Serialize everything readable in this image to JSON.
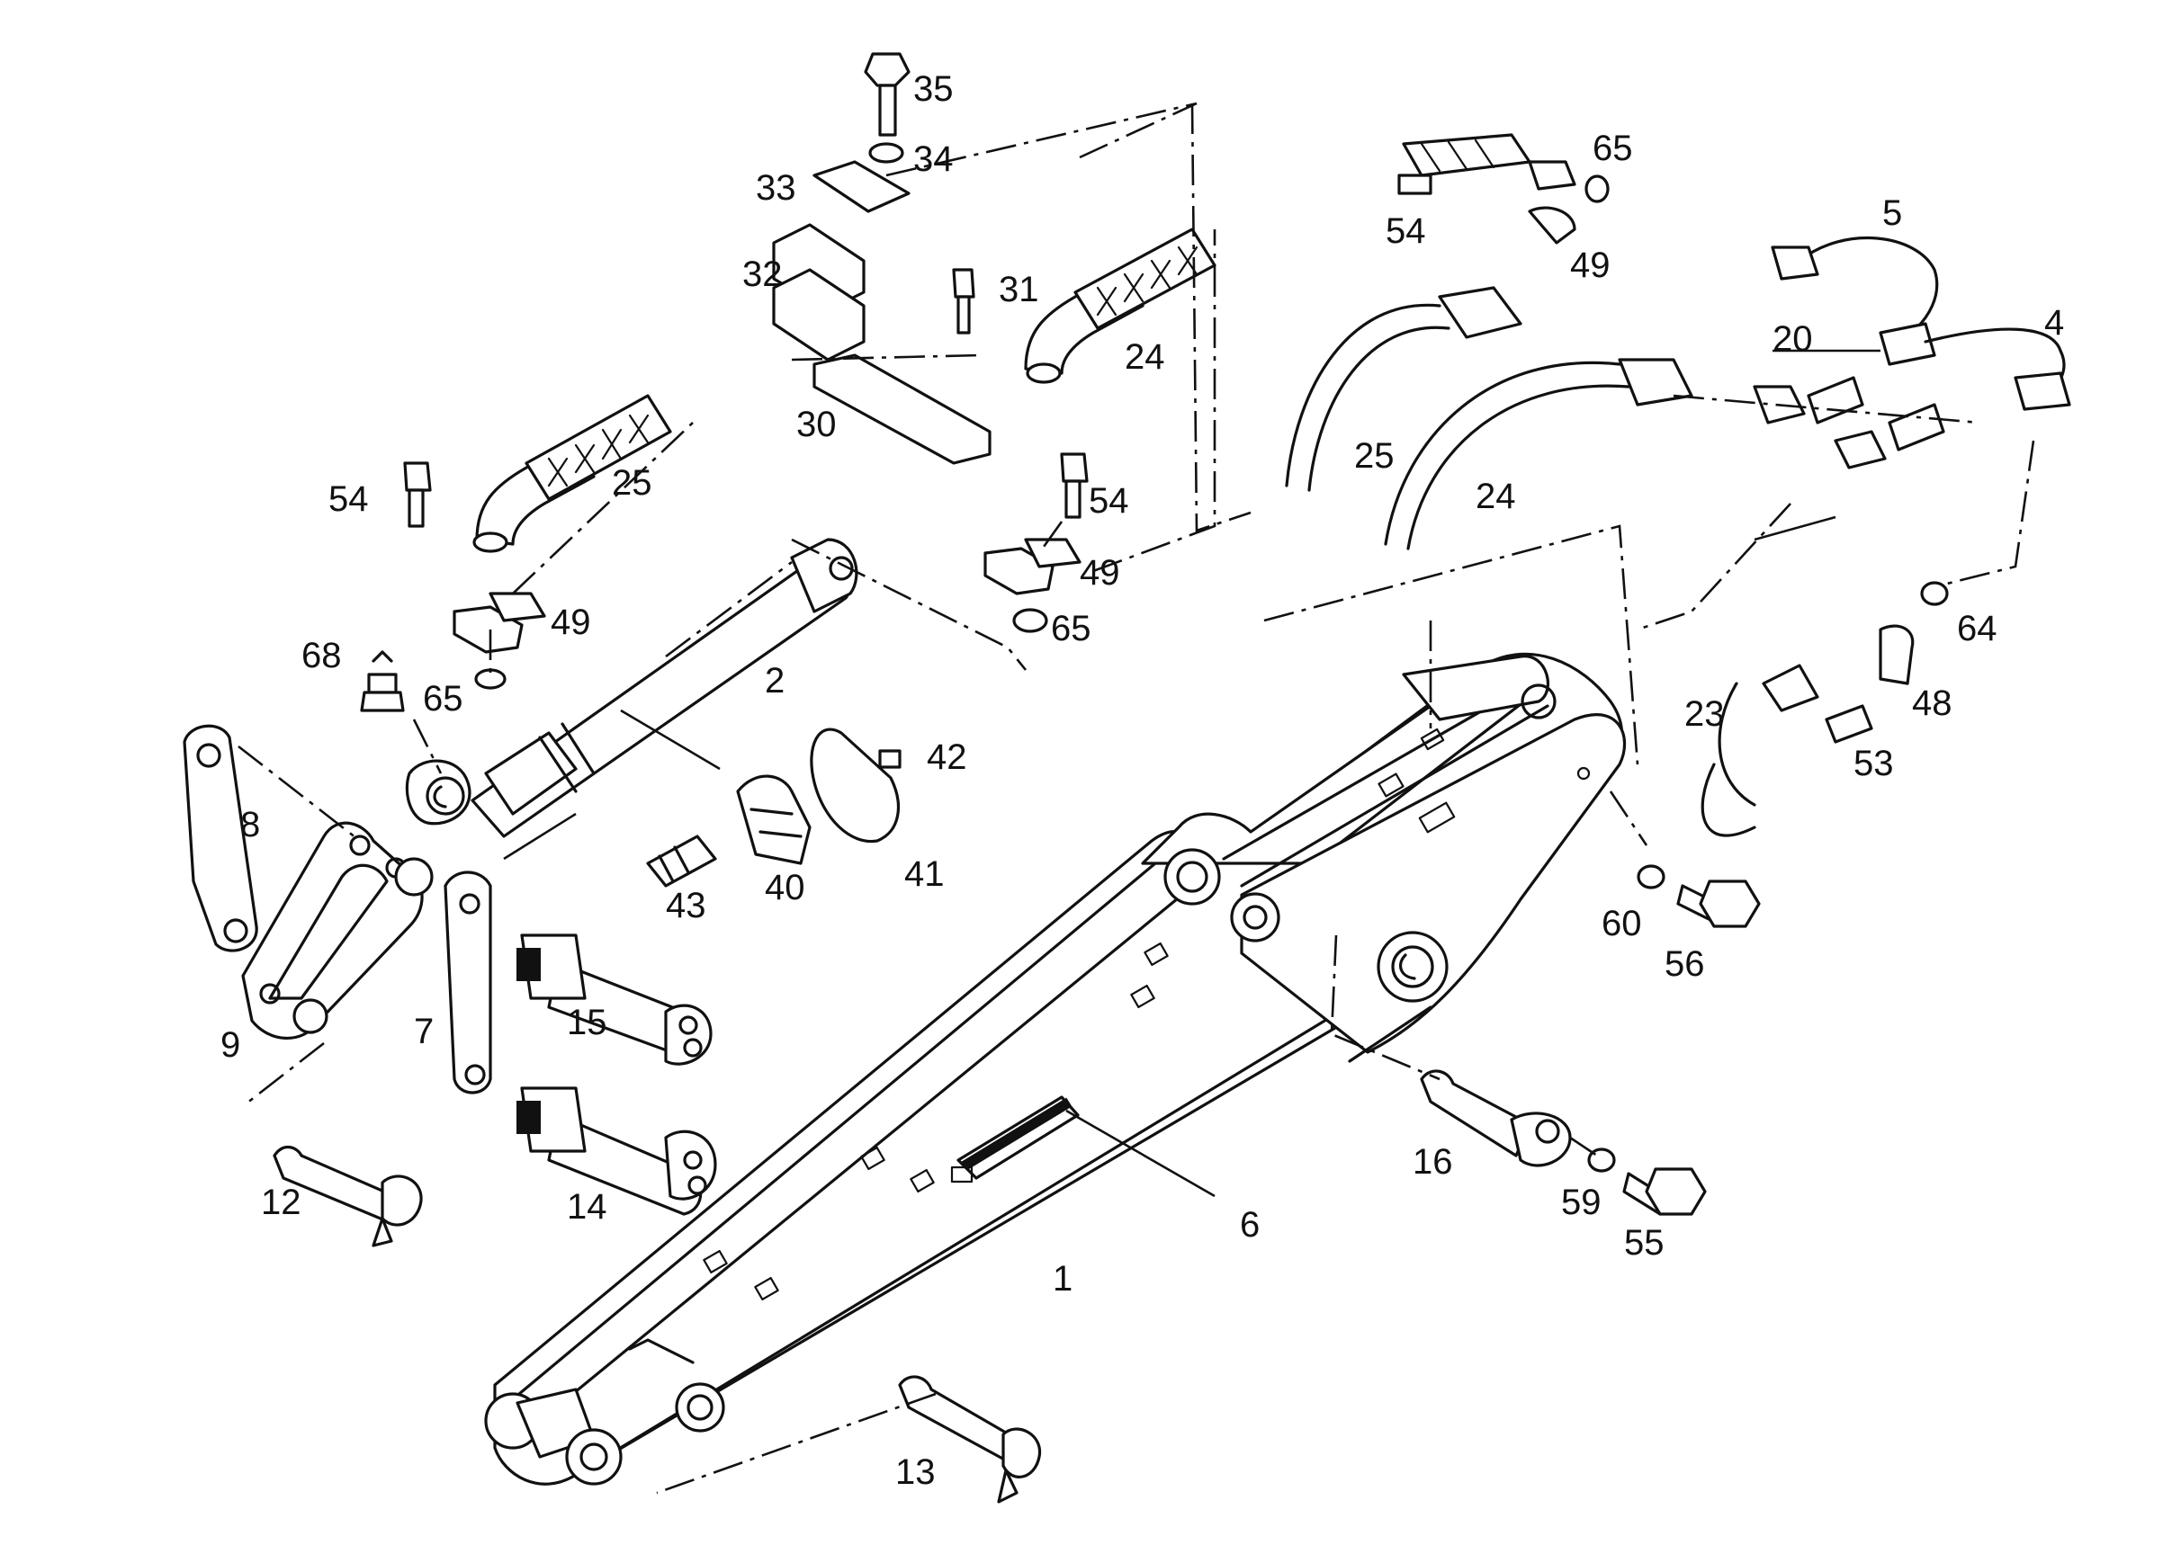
{
  "figure": {
    "callouts": [
      {
        "id": "c1",
        "text": "1"
      },
      {
        "id": "c2",
        "text": "2"
      },
      {
        "id": "c4",
        "text": "4"
      },
      {
        "id": "c5",
        "text": "5"
      },
      {
        "id": "c6",
        "text": "6"
      },
      {
        "id": "c7",
        "text": "7"
      },
      {
        "id": "c8",
        "text": "8"
      },
      {
        "id": "c9",
        "text": "9"
      },
      {
        "id": "c12",
        "text": "12"
      },
      {
        "id": "c13",
        "text": "13"
      },
      {
        "id": "c14",
        "text": "14"
      },
      {
        "id": "c15",
        "text": "15"
      },
      {
        "id": "c16",
        "text": "16"
      },
      {
        "id": "c20",
        "text": "20"
      },
      {
        "id": "c23",
        "text": "23"
      },
      {
        "id": "c24a",
        "text": "24"
      },
      {
        "id": "c24b",
        "text": "24"
      },
      {
        "id": "c25a",
        "text": "25"
      },
      {
        "id": "c25b",
        "text": "25"
      },
      {
        "id": "c30",
        "text": "30"
      },
      {
        "id": "c31",
        "text": "31"
      },
      {
        "id": "c32",
        "text": "32"
      },
      {
        "id": "c33",
        "text": "33"
      },
      {
        "id": "c34",
        "text": "34"
      },
      {
        "id": "c35",
        "text": "35"
      },
      {
        "id": "c40",
        "text": "40"
      },
      {
        "id": "c41",
        "text": "41"
      },
      {
        "id": "c42",
        "text": "42"
      },
      {
        "id": "c43",
        "text": "43"
      },
      {
        "id": "c48",
        "text": "48"
      },
      {
        "id": "c49a",
        "text": "49"
      },
      {
        "id": "c49b",
        "text": "49"
      },
      {
        "id": "c49c",
        "text": "49"
      },
      {
        "id": "c53",
        "text": "53"
      },
      {
        "id": "c54a",
        "text": "54"
      },
      {
        "id": "c54b",
        "text": "54"
      },
      {
        "id": "c54c",
        "text": "54"
      },
      {
        "id": "c55",
        "text": "55"
      },
      {
        "id": "c56",
        "text": "56"
      },
      {
        "id": "c59",
        "text": "59"
      },
      {
        "id": "c60",
        "text": "60"
      },
      {
        "id": "c64",
        "text": "64"
      },
      {
        "id": "c65a",
        "text": "65"
      },
      {
        "id": "c65b",
        "text": "65"
      },
      {
        "id": "c65c",
        "text": "65"
      },
      {
        "id": "c68",
        "text": "68"
      }
    ]
  }
}
